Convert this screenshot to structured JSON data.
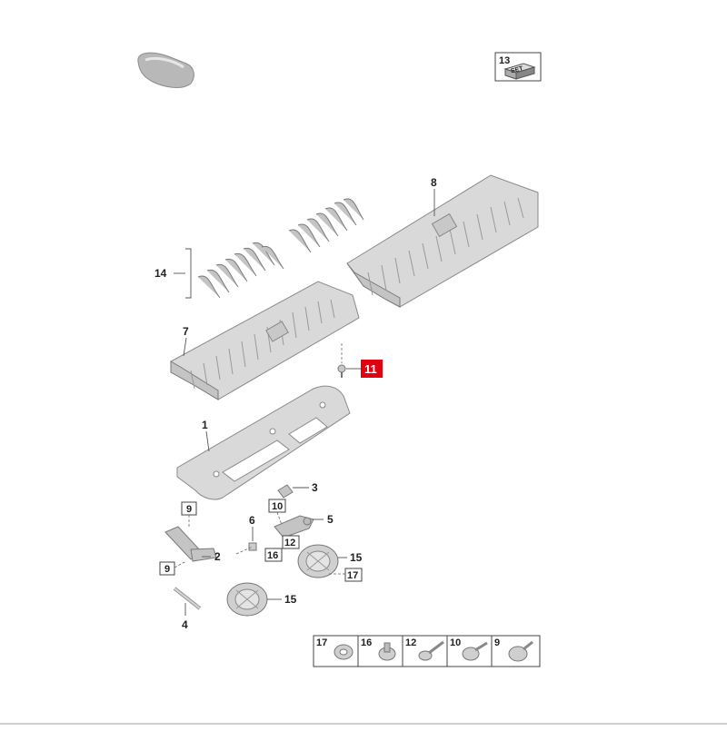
{
  "callouts": {
    "c1": "1",
    "c2": "2",
    "c3": "3",
    "c4": "4",
    "c5": "5",
    "c6": "6",
    "c7": "7",
    "c8": "8",
    "c11": "11",
    "c14": "14",
    "c15a": "15",
    "c15b": "15"
  },
  "boxed_refs": {
    "r9a": "9",
    "r9b": "9",
    "r10": "10",
    "r12": "12",
    "r16": "16",
    "r17": "17",
    "r13": "13"
  },
  "set_badge": "SET",
  "legend": [
    {
      "number": "17",
      "icon": "clip-nut-icon"
    },
    {
      "number": "16",
      "icon": "push-clip-icon"
    },
    {
      "number": "12",
      "icon": "screw-long-icon"
    },
    {
      "number": "10",
      "icon": "bolt-flange-icon"
    },
    {
      "number": "9",
      "icon": "screw-round-icon"
    }
  ],
  "colors": {
    "highlight": "#e3000f",
    "part_fill": "#d9d9d9",
    "outline": "#8a8a8a"
  }
}
